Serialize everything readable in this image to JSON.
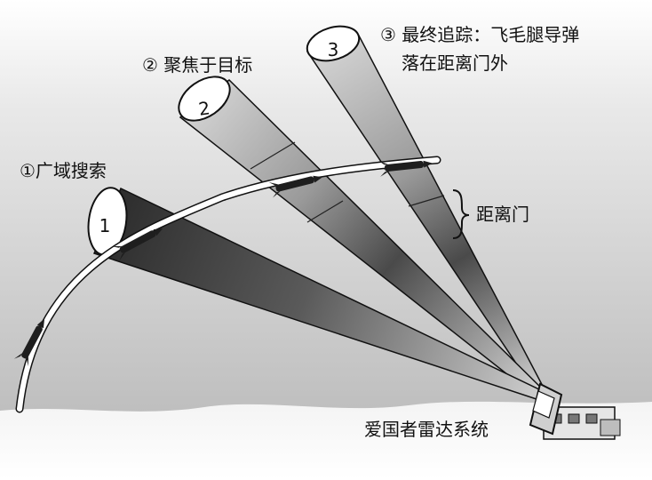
{
  "steps": [
    {
      "number": "1",
      "label": "①广域搜索"
    },
    {
      "number": "2",
      "label": "② 聚焦于目标"
    },
    {
      "number": "3",
      "label_line1": "③ 最终追踪：飞毛腿导弹",
      "label_line2": "落在距离门外"
    }
  ],
  "range_gate_label": "距离门",
  "radar_label": "爱国者雷达系统",
  "colors": {
    "sky_top": "#dcdcdc",
    "sky_bottom": "#b9b9b9",
    "beam_dark": "#3a3a3a",
    "beam_light": "#bdbdbd",
    "trajectory": "#ffffff",
    "missile": "#1e1e1e"
  }
}
